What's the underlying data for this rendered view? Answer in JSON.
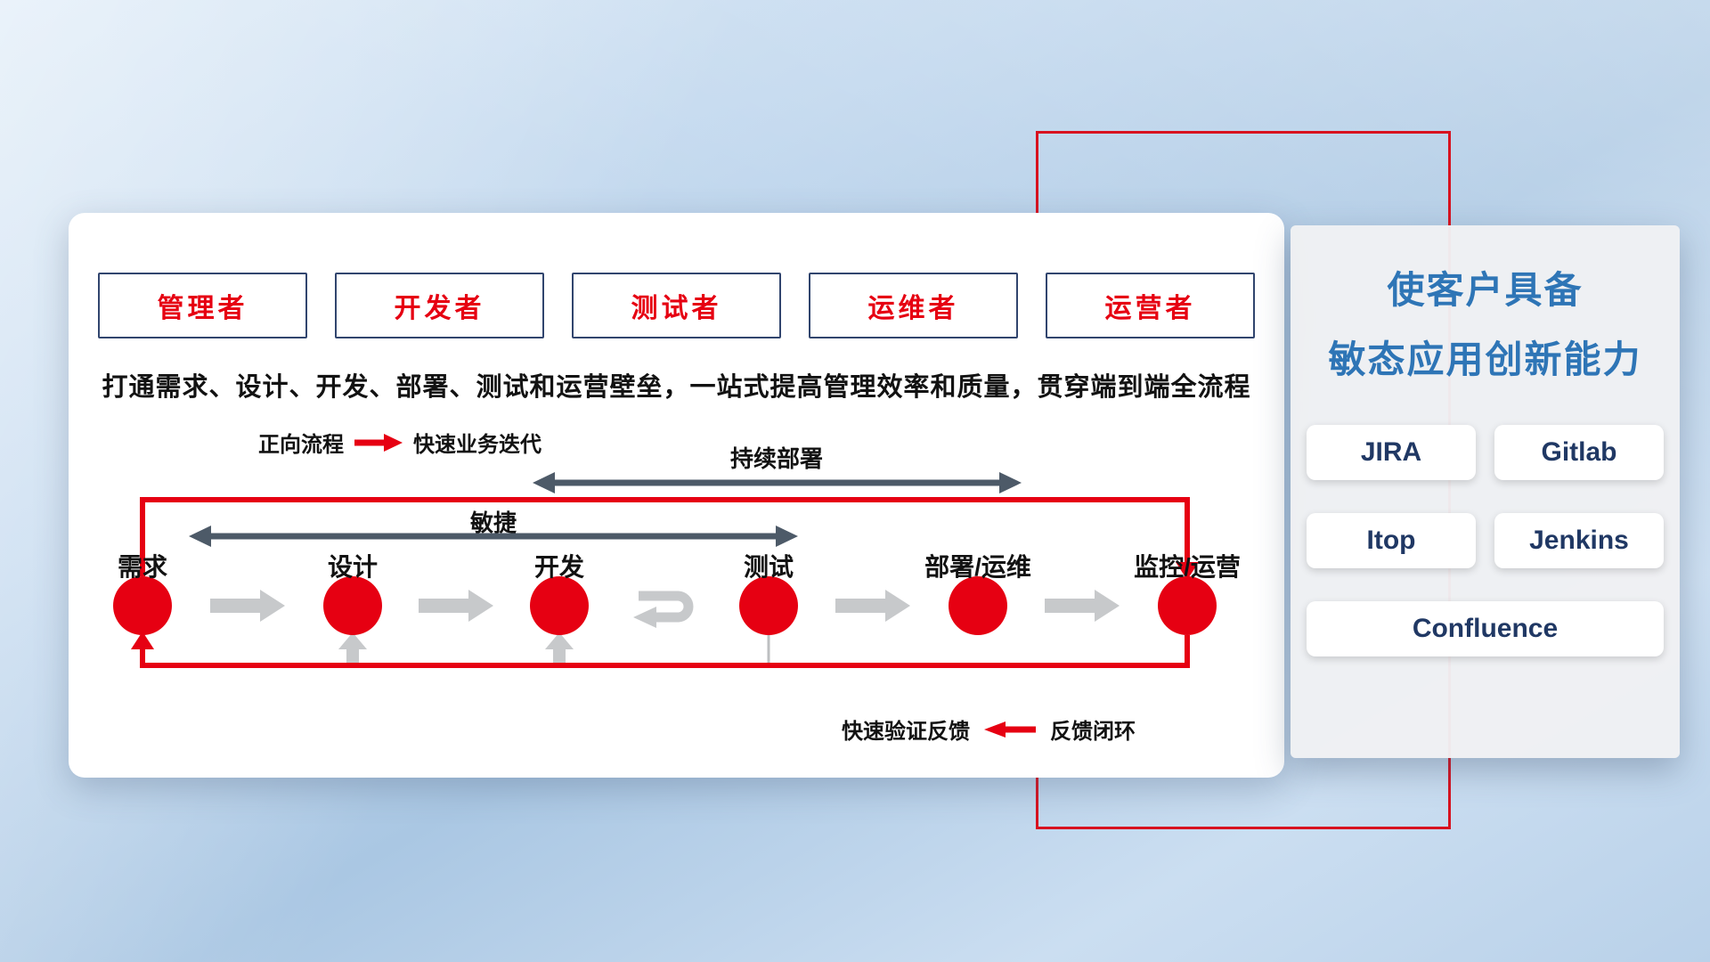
{
  "colors": {
    "red": "#e60012",
    "navy_border": "#31456e",
    "dark_arrow": "#4d5a68",
    "gray_arrow": "#c7c9cb",
    "title_blue": "#2e75b6",
    "tool_text": "#203864"
  },
  "roles": [
    "管理者",
    "开发者",
    "测试者",
    "运维者",
    "运营者"
  ],
  "description": "打通需求、设计、开发、部署、测试和运营壁垒，一站式提高管理效率和质量，贯穿端到端全流程",
  "legend_forward": {
    "label": "正向流程",
    "icon": "red-right-arrow",
    "text": "快速业务迭代"
  },
  "flow_arrows": {
    "continuous_deployment": "持续部署",
    "agile": "敏捷"
  },
  "steps": [
    "需求",
    "设计",
    "开发",
    "测试",
    "部署/运维",
    "监控/运营"
  ],
  "legend_feedback": {
    "label": "快速验证反馈",
    "icon": "red-left-arrow",
    "text": "反馈闭环"
  },
  "side_panel": {
    "title_line1": "使客户具备",
    "title_line2": "敏态应用创新能力",
    "tools": [
      "JIRA",
      "Gitlab",
      "Itop",
      "Jenkins",
      "Confluence"
    ]
  }
}
